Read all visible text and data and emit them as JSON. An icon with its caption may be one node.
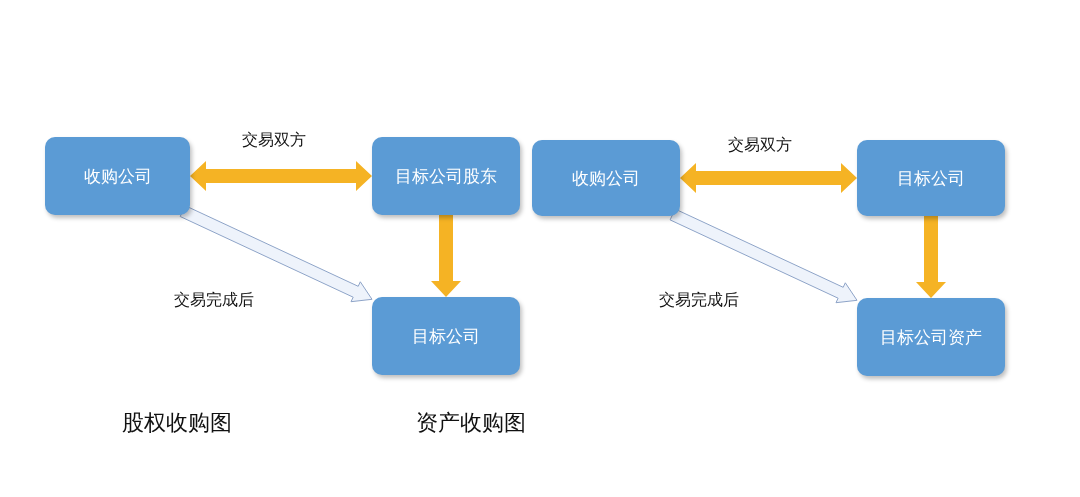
{
  "diagram": {
    "nodes": [
      {
        "text": [
          "收购公司"
        ]
      },
      {
        "text": [
          "目标公司股东"
        ]
      },
      {
        "text": [
          "目标公司"
        ]
      },
      {
        "text": [
          "收购公司"
        ]
      },
      {
        "text": [
          "目标公司"
        ]
      },
      {
        "text": [
          "目标公司资产"
        ]
      }
    ],
    "edges": [
      {
        "from": 0,
        "to": 1,
        "arrow": "both",
        "label": "交易双方",
        "style": "thick"
      },
      {
        "from": 1,
        "to": 2,
        "arrow": "to",
        "style": "thick"
      },
      {
        "from": 0,
        "to": 2,
        "arrow": "to",
        "label": "交易完成后",
        "color": "#eef3fb"
      },
      {
        "from": 3,
        "to": 4,
        "arrow": "both",
        "label": "交易双方",
        "style": "thick"
      },
      {
        "from": 4,
        "to": 5,
        "arrow": "to",
        "style": "thick"
      },
      {
        "from": 3,
        "to": 5,
        "arrow": "to",
        "label": "交易完成后",
        "color": "#eef3fb"
      }
    ],
    "labels": [
      "股权收购图",
      "资产收购图"
    ]
  }
}
